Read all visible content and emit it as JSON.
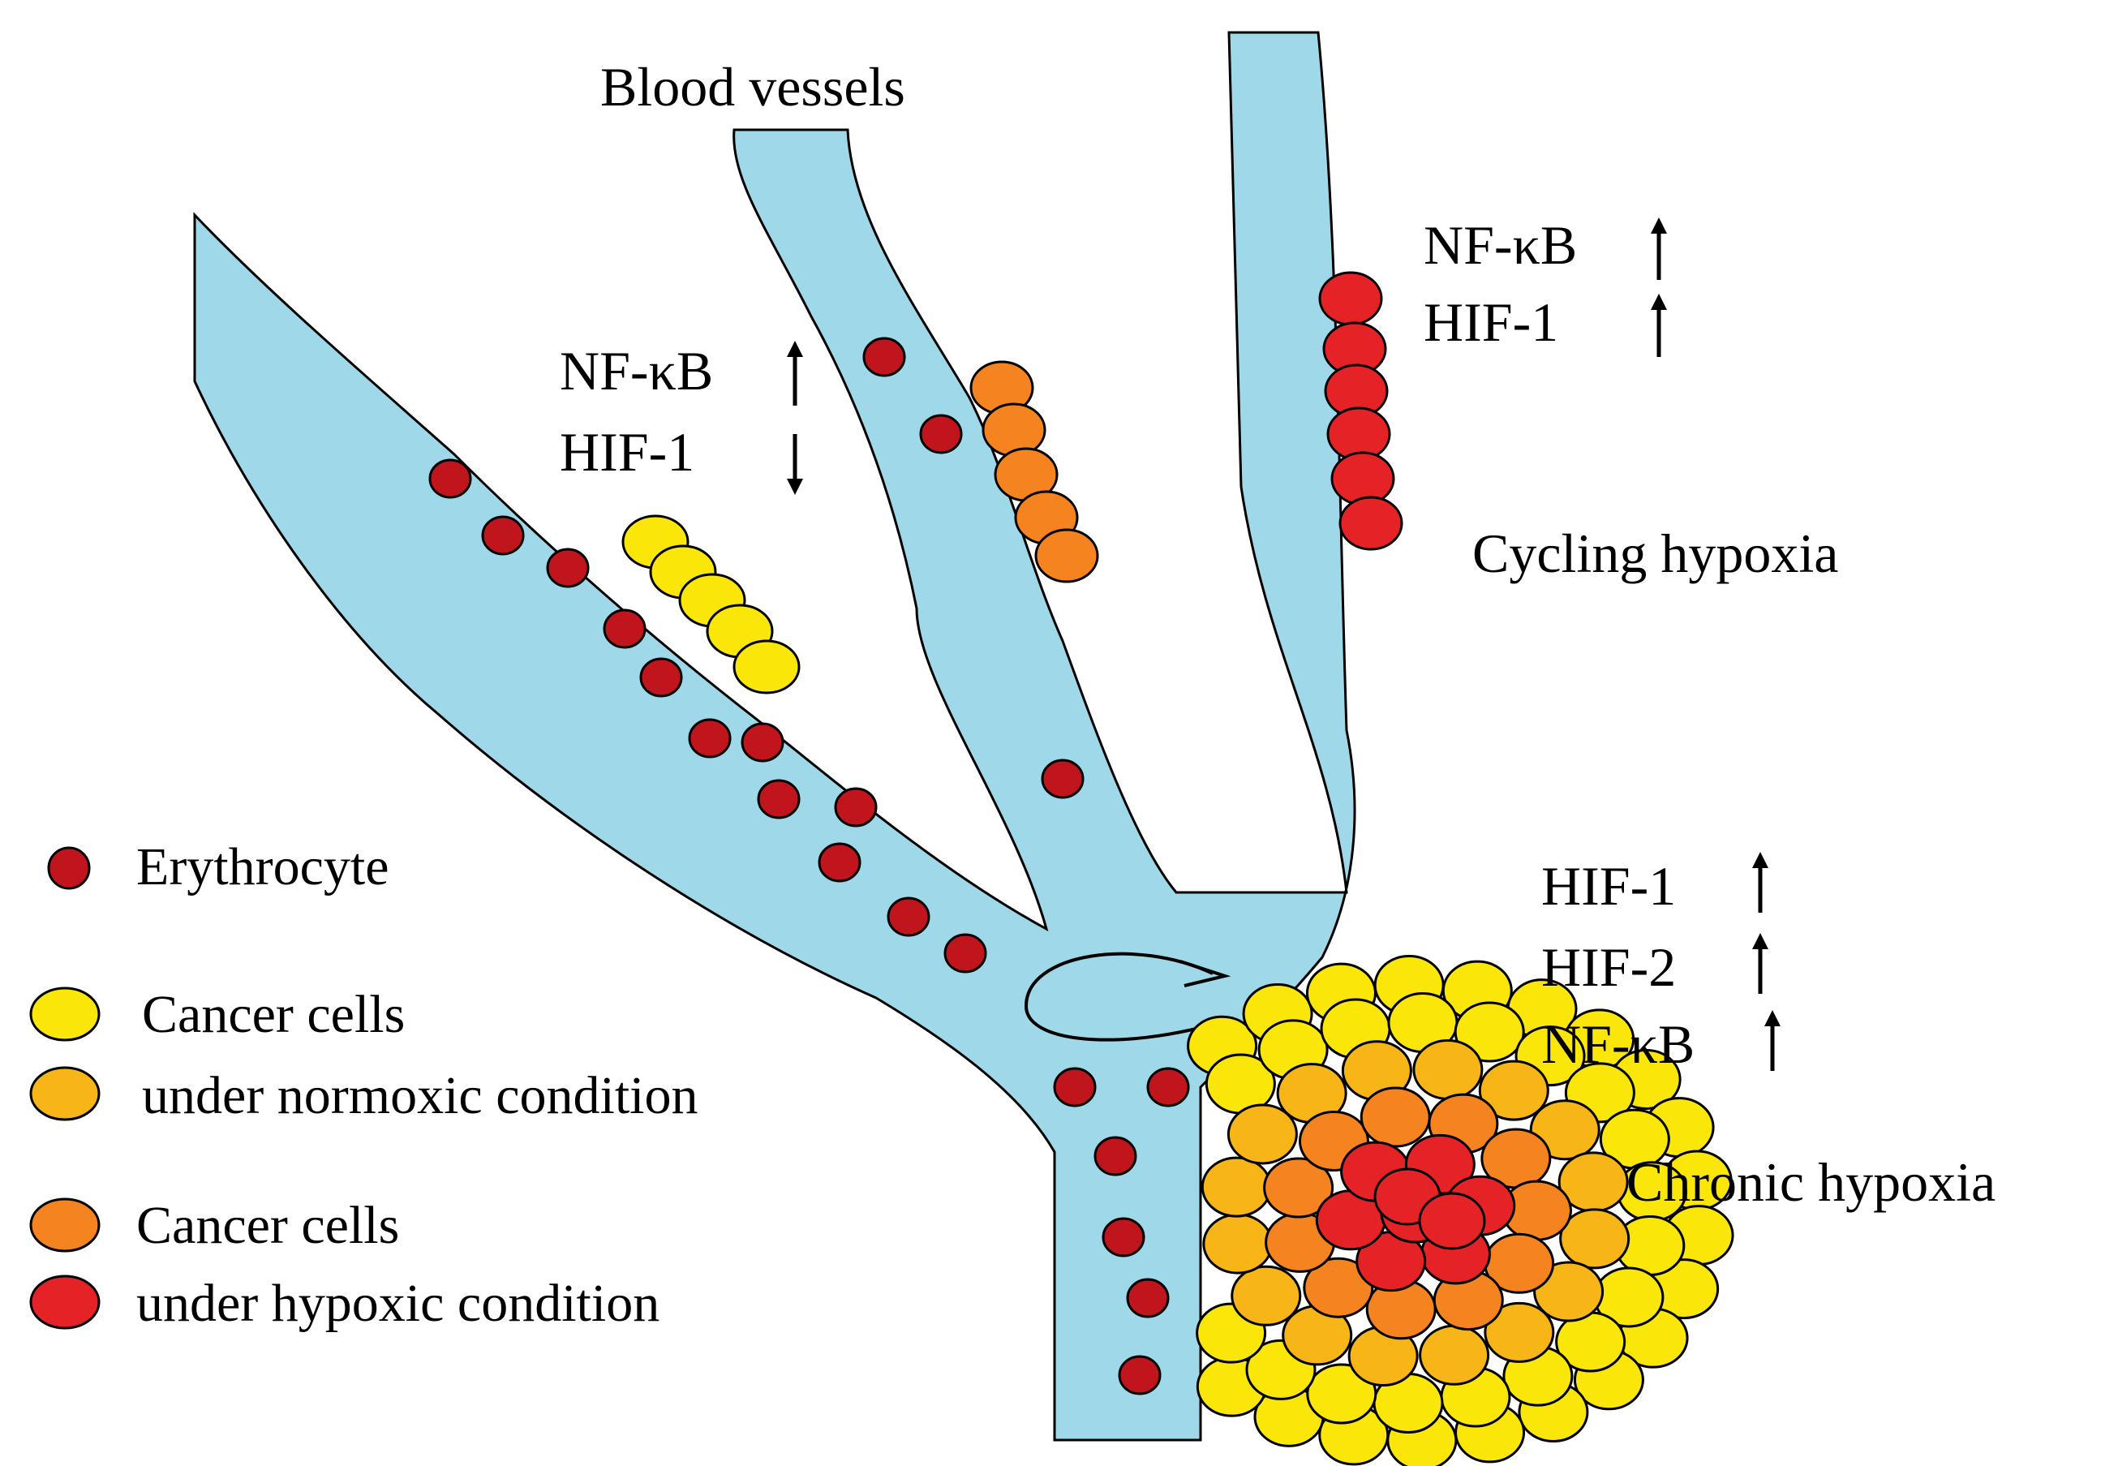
{
  "title": "Blood vessels",
  "left_markers": {
    "nfkb": "NF-κB",
    "hif1": "HIF-1"
  },
  "right_markers": {
    "nfkb": "NF-κB",
    "hif1": "HIF-1"
  },
  "cycling_hypoxia": "Cycling hypoxia",
  "chronic_markers": {
    "hif1": "HIF-1",
    "hif2": "HIF-2",
    "nfkb": "NF-κB"
  },
  "chronic_hypoxia": "Chronic hypoxia",
  "legend": {
    "erythrocyte": "Erythrocyte",
    "cancer_normoxic_line1": "Cancer cells",
    "cancer_normoxic_line2": "under normoxic condition",
    "cancer_hypoxic_line1": "Cancer cells",
    "cancer_hypoxic_line2": "under hypoxic condition"
  },
  "colors": {
    "vessel": "#9fd8e8",
    "erythrocyte": "#c1151e",
    "normoxic_yellow": "#fbe60a",
    "normoxic_orange": "#f7b517",
    "hypoxic_orange": "#f5831f",
    "hypoxic_red": "#e52326"
  }
}
